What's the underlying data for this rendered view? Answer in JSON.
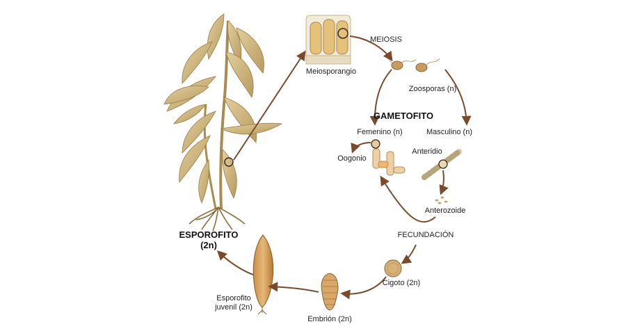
{
  "labels": {
    "meiosporangio": "Meiosporangio",
    "meiosis": "MEIOSIS",
    "zoosporas": "Zoosporas (n)",
    "gametofito": "GAMETOFITO",
    "femenino": "Femenino (n)",
    "masculino": "Masculino (n)",
    "oogonio": "Oogonio",
    "anteridio": "Anteridio",
    "anterozoide": "Anterozoide",
    "fecundacion": "FECUNDACIÓN",
    "cigoto": "Cigoto (2n)",
    "embrion": "Embrión (2n)",
    "esporofito_juvenil_1": "Esporofito",
    "esporofito_juvenil_2": "juvenil (2n)",
    "esporofito_1": "ESPOROFITO",
    "esporofito_2": "(2n)"
  },
  "colors": {
    "arrow": "#7a4a2a",
    "kelp_light": "#d8c28c",
    "kelp_dark": "#a98a50",
    "cell": "#e8c79a",
    "cell_dark": "#b58a55"
  }
}
